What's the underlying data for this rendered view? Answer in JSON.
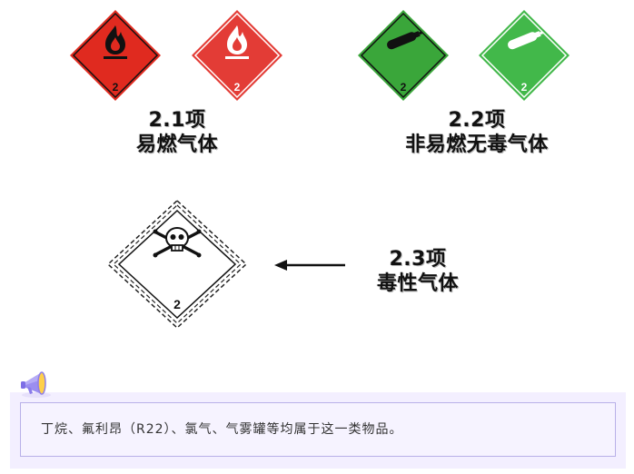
{
  "signs": {
    "flammable_1": {
      "number": "2",
      "color": "#e02a1f",
      "icon": "flame-icon"
    },
    "flammable_2": {
      "number": "2",
      "color": "#e33c36",
      "icon": "flame-icon"
    },
    "nonflammable_1": {
      "number": "2",
      "color": "#3aa63a",
      "icon": "gas-cylinder-icon"
    },
    "nonflammable_2": {
      "number": "2",
      "color": "#42b84a",
      "icon": "gas-cylinder-icon"
    },
    "toxic": {
      "number": "2",
      "color": "#ffffff",
      "icon": "skull-crossbones-icon"
    }
  },
  "captions": {
    "flammable": {
      "code": "2.1项",
      "name": "易燃气体"
    },
    "nonflammable": {
      "code": "2.2项",
      "name": "非易燃无毒气体"
    },
    "toxic": {
      "code": "2.3项",
      "name": "毒性气体"
    }
  },
  "note": {
    "text": "丁烷、氟利昂（R22）、氯气、气雾罐等均属于这一类物品。",
    "icon": "megaphone-icon"
  }
}
